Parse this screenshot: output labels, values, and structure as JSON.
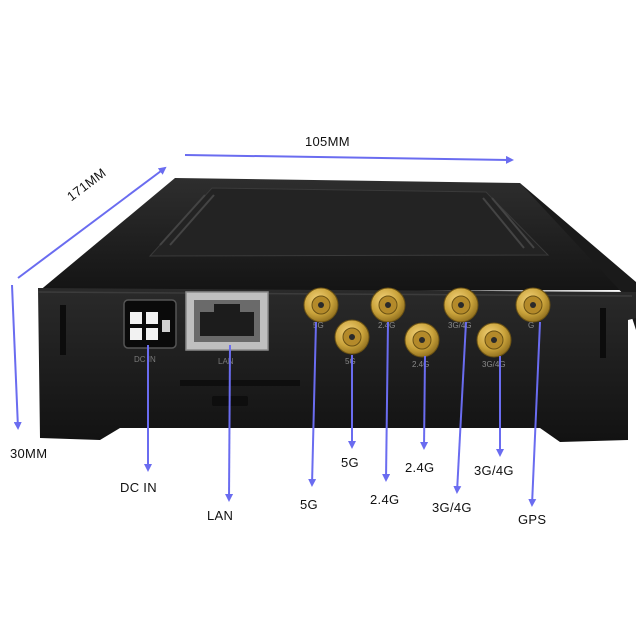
{
  "dimensions": {
    "width": "105MM",
    "depth": "171MM",
    "height": "30MM"
  },
  "device_markings": {
    "dc_in": "DC IN",
    "lan": "LAN",
    "port_5g": "5G",
    "port_24g": "2.4G",
    "port_3g4g": "3G/4G",
    "port_gps": "G"
  },
  "callouts": {
    "dc_in": "DC IN",
    "lan": "LAN",
    "ant1_5g": "5G",
    "ant2_5g": "5G",
    "ant3_24g": "2.4G",
    "ant4_24g": "2.4G",
    "ant5_3g4g": "3G/4G",
    "ant6_3g4g": "3G/4G",
    "gps": "GPS"
  },
  "colors": {
    "arrow": "#6a6cf0",
    "device_body": "#161616",
    "connector_gold": "#c9a23a"
  }
}
